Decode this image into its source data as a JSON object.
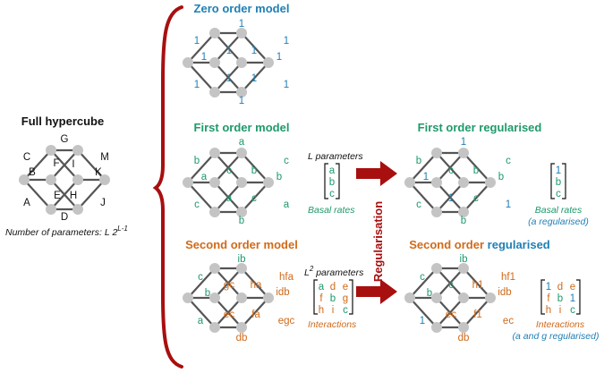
{
  "full": {
    "title": "Full hypercube",
    "edge_labels": [
      "C",
      "G",
      "M",
      "B",
      "F",
      "I",
      "K",
      "A",
      "E",
      "H",
      "J",
      "D"
    ],
    "params_text": "Number of parameters: L 2",
    "params_sup": "L-1"
  },
  "zero": {
    "title": "Zero order model",
    "edge_labels": [
      "1",
      "1",
      "1",
      "1",
      "1",
      "1",
      "1",
      "1",
      "1",
      "1",
      "1",
      "1"
    ]
  },
  "first": {
    "title": "First order model",
    "edge_labels": [
      "b",
      "a",
      "c",
      "a",
      "c",
      "b",
      "b",
      "c",
      "a",
      "c",
      "a",
      "b"
    ],
    "params_label": "L parameters",
    "vector": [
      "a",
      "b",
      "c"
    ],
    "caption": "Basal rates"
  },
  "first_reg": {
    "title": "First order regularised",
    "edge_labels": [
      "b",
      "1",
      "c",
      "1",
      "c",
      "b",
      "b",
      "c",
      "1",
      "c",
      "1",
      "b"
    ],
    "vector": [
      "1",
      "b",
      "c"
    ],
    "caption1": "Basal rates",
    "caption2": "(a regularised)"
  },
  "second": {
    "title": "Second order model",
    "edge_labels": [
      "c",
      "ib",
      "hfa",
      "b",
      "gc",
      "ha",
      "idb",
      "a",
      "ec",
      "fa",
      "egc",
      "db"
    ],
    "params_label_pre": "L",
    "params_label_sup": "2",
    "params_label_post": " parameters",
    "matrix": [
      [
        "a",
        "d",
        "e"
      ],
      [
        "f",
        "b",
        "g"
      ],
      [
        "h",
        "i",
        "c"
      ]
    ],
    "caption": "Interactions"
  },
  "second_reg": {
    "title_part1": "Second order ",
    "title_part2": "regularised",
    "edge_labels": [
      "c",
      "ib",
      "hf1",
      "b",
      "c",
      "h1",
      "idb",
      "1",
      "ec",
      "f1",
      "ec",
      "db"
    ],
    "matrix": [
      [
        "1",
        "d",
        "e"
      ],
      [
        "f",
        "b",
        "1"
      ],
      [
        "h",
        "i",
        "c"
      ]
    ],
    "caption1": "Interactions",
    "caption2": "(a and g regularised)"
  },
  "regularisation_label": "Regularisation",
  "colors": {
    "blue": "#1f7fb5",
    "green": "#1e9a6a",
    "orange": "#d06a1a",
    "red": "#a80f0f"
  }
}
